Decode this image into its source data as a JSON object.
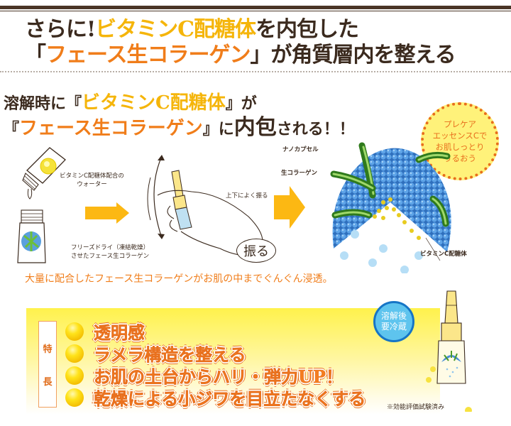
{
  "headline": {
    "line1": [
      {
        "text": "さらに!",
        "color": "dark"
      },
      {
        "text": "ビタミンC配糖体",
        "color": "yellow"
      },
      {
        "text": "を内包した",
        "color": "dark"
      }
    ],
    "line2": [
      {
        "text": "「",
        "color": "dark"
      },
      {
        "text": "フェース生コラーゲン",
        "color": "orange"
      },
      {
        "text": "」が角質層内を整える",
        "color": "dark"
      }
    ]
  },
  "subhead": {
    "line1": {
      "prefix": "溶解時に『",
      "highlight": "ビタミンC配糖体",
      "suffix": "』が"
    },
    "line2": {
      "prefix": "『",
      "highlight": "フェース生コラーゲン",
      "mid": "』に",
      "big": "内包",
      "suffix": "される！！"
    }
  },
  "bubble": {
    "lines": [
      "プレケア",
      "エッセンスCで",
      "お肌しっとり",
      "うるおう"
    ]
  },
  "diagram": {
    "water_label": [
      "ビタミンC配糖体配合の",
      "ウォーター"
    ],
    "freeze_label": [
      "フリーズドライ（凍結乾燥）",
      "させたフェース生コラーゲン"
    ],
    "shake_instruction": "上下によく振る",
    "shake_bubble": "振る",
    "nanocapsule_label": "ナノカプセル",
    "collagen_label": "生コラーゲン",
    "vitamin_label": "ビタミンC配糖体"
  },
  "penetrate_text": "大量に配合したフェース生コラーゲンがお肌の中までぐんぐん浸透。",
  "features": {
    "tag": [
      "特",
      "長"
    ],
    "items": [
      "透明感",
      "ラメラ構造を整える",
      "お肌の土台からハリ・弾力UP！",
      "乾燥による小ジワを目立たなくする"
    ],
    "note": "※効能評価試験済み"
  },
  "cold_badge": {
    "lines": [
      "溶解後",
      "要冷蔵"
    ]
  },
  "colors": {
    "dark_brown": "#3b2a1e",
    "yellow": "#f5b50a",
    "orange": "#f07d1a",
    "arrow": "#fcb813",
    "badge_blue": "#5ec4ee",
    "capsule_blue": "#4a8ed8",
    "collagen_green": "#4c9a2a"
  }
}
